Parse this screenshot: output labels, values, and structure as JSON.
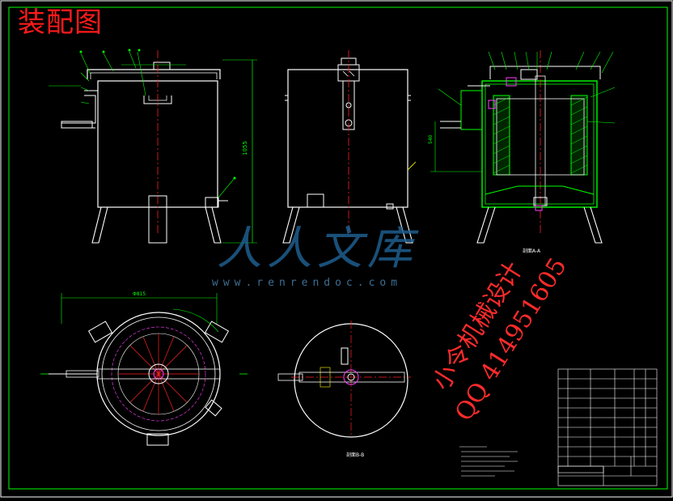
{
  "drawing": {
    "title": "装配图",
    "watermark_brand": "人人文库",
    "watermark_url": "www.renrendoc.com",
    "designer_stamp_line1": "小令机械设计",
    "designer_stamp_line2": "QQ 414951605",
    "section_aa_label": "剖面A-A",
    "section_bb_label": "剖面B-B",
    "colors": {
      "outline": "#ffffff",
      "centerline": "#ff2020",
      "dimension": "#00ff00",
      "hatch": "#ffff00",
      "accent_magenta": "#ff40ff",
      "title_red": "#ff1a1a",
      "watermark_blue": "#1e5f8f"
    }
  }
}
